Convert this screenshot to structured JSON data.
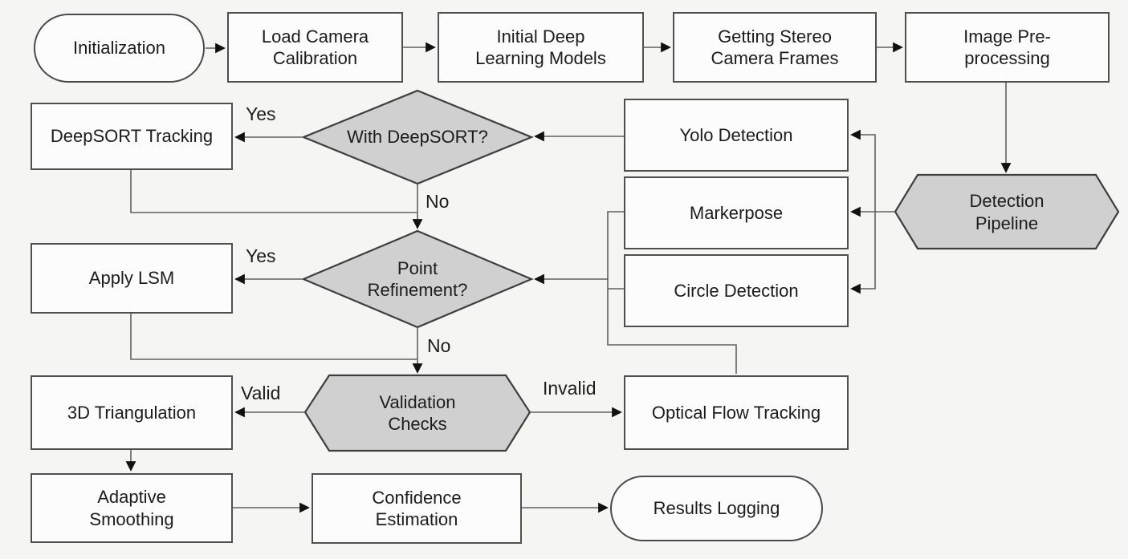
{
  "diagram": {
    "background": "#f5f5f4",
    "colors": {
      "process_fill": "#fcfcfc",
      "process_border": "#4f4f4f",
      "decision_fill": "#d0d0d0",
      "decision_border": "#3e3e3e",
      "connector": "#606060",
      "arrowhead": "#111111",
      "text": "#1c1c1c"
    },
    "nodes": {
      "initialization": {
        "label": "Initialization",
        "type": "terminator"
      },
      "load_camera_calibration": {
        "label": "Load Camera Calibration",
        "type": "process"
      },
      "initial_deep_learning_models": {
        "label": "Initial Deep Learning Models",
        "type": "process"
      },
      "getting_stereo_camera_frames": {
        "label": "Getting Stereo Camera Frames",
        "type": "process"
      },
      "image_preprocessing": {
        "label": "Image Pre-processing",
        "type": "process"
      },
      "deepsort_tracking": {
        "label": "DeepSORT Tracking",
        "type": "process"
      },
      "with_deepsort": {
        "label": "With DeepSORT?",
        "type": "decision"
      },
      "yolo_detection": {
        "label": "Yolo Detection",
        "type": "process"
      },
      "detection_pipeline": {
        "label": "Detection Pipeline",
        "type": "preparation"
      },
      "markerpose": {
        "label": "Markerpose",
        "type": "process"
      },
      "apply_lsm": {
        "label": "Apply LSM",
        "type": "process"
      },
      "point_refinement": {
        "label": "Point Refinement?",
        "type": "decision"
      },
      "circle_detection": {
        "label": "Circle Detection",
        "type": "process"
      },
      "triangulation_3d": {
        "label": "3D Triangulation",
        "type": "process"
      },
      "validation_checks": {
        "label": "Validation Checks",
        "type": "preparation"
      },
      "optical_flow_tracking": {
        "label": "Optical Flow Tracking",
        "type": "process"
      },
      "adaptive_smoothing": {
        "label": "Adaptive Smoothing",
        "type": "process"
      },
      "confidence_estimation": {
        "label": "Confidence Estimation",
        "type": "process"
      },
      "results_logging": {
        "label": "Results Logging",
        "type": "terminator"
      }
    },
    "edge_labels": {
      "with_deepsort_yes": "Yes",
      "with_deepsort_no": "No",
      "point_refinement_yes": "Yes",
      "point_refinement_no": "No",
      "validation_valid": "Valid",
      "validation_invalid": "Invalid"
    }
  }
}
